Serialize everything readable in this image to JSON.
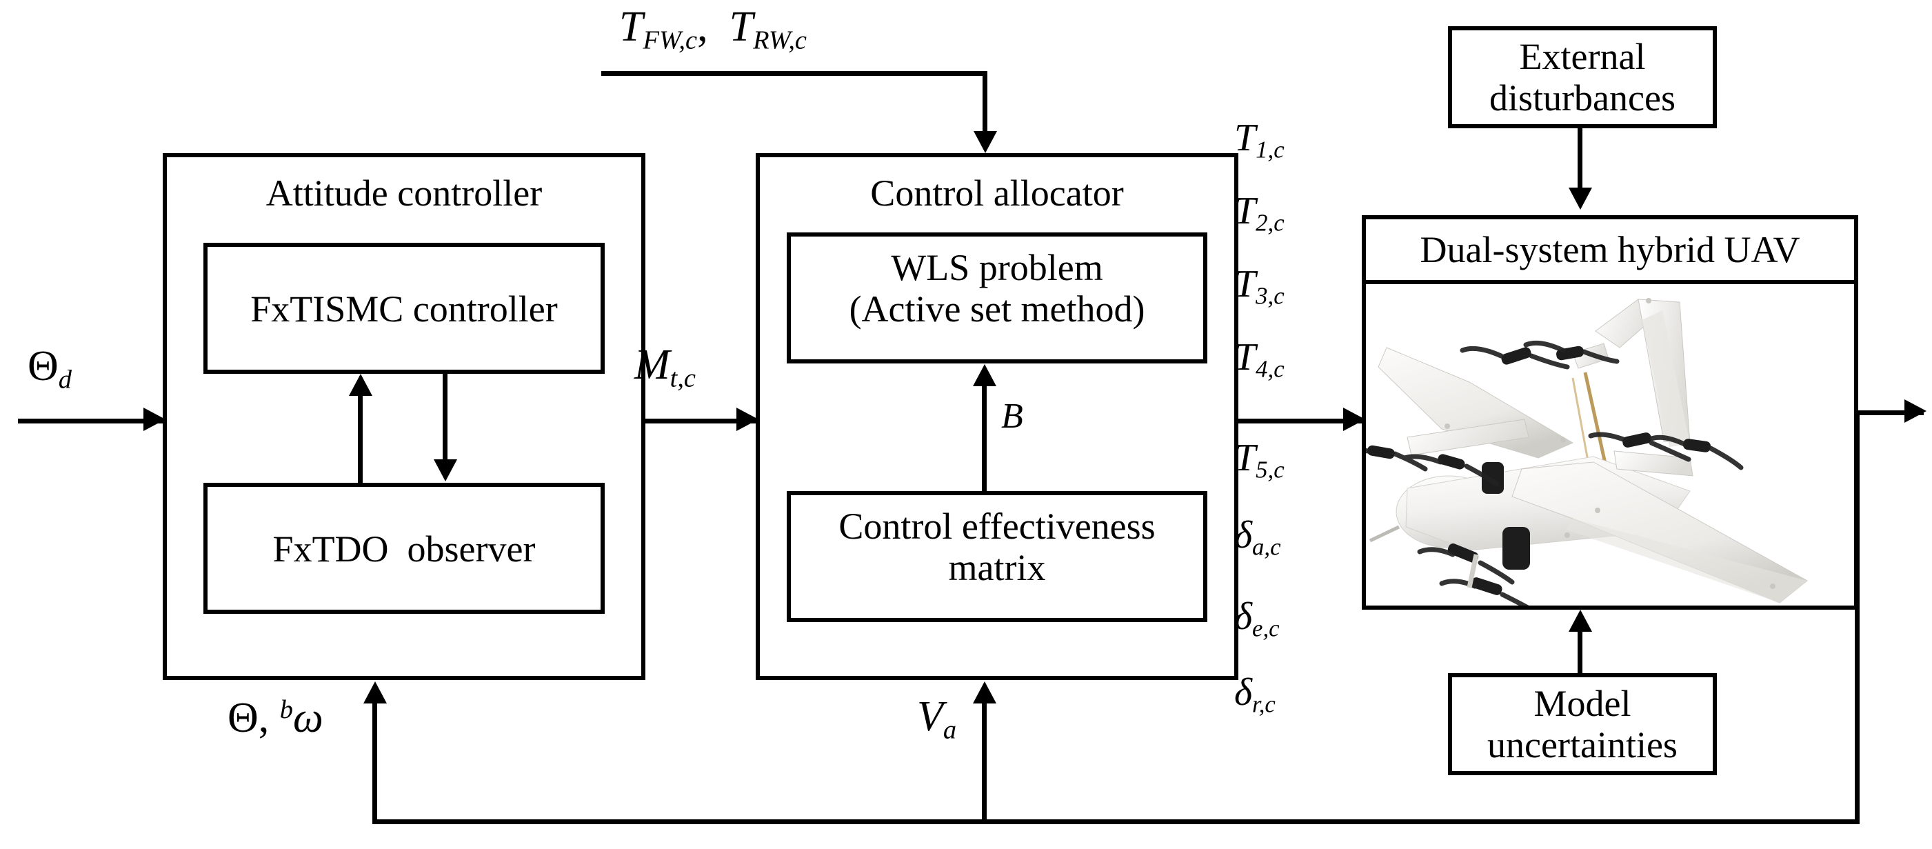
{
  "diagram": {
    "title": "Dual-system hybrid UAV attitude control block diagram",
    "colors": {
      "line": "#000000",
      "fill": "#ffffff",
      "text": "#000000"
    }
  },
  "blocks": {
    "attitude_controller": {
      "title": "Attitude controller",
      "inner": [
        {
          "label": "FxTISMC controller"
        },
        {
          "label": "FxTDO  observer"
        }
      ]
    },
    "control_allocator": {
      "title": "Control allocator",
      "inner": [
        {
          "label": "WLS problem\n(Active set method)"
        },
        {
          "label": "Control effectiveness\nmatrix"
        }
      ]
    },
    "external_disturbances": {
      "label": "External\ndisturbances"
    },
    "model_uncertainties": {
      "label": "Model\nuncertainties"
    },
    "plant": {
      "label": "Dual-system hybrid UAV",
      "image": "uav-photo"
    }
  },
  "signals": {
    "reference_input": {
      "base": "Θ",
      "sub": "d"
    },
    "top_feedforward": {
      "t1": "T",
      "t1sub": "FW,c",
      "sep": ",",
      "t2": "T",
      "t2sub": "RW,c"
    },
    "moment_command": {
      "base": "M",
      "sub": "t,c"
    },
    "effectiveness_matrix": {
      "base": "B"
    },
    "airspeed": {
      "base": "V",
      "sub": "a"
    },
    "attitude_feedback": {
      "base": "Θ",
      "sep": ",",
      "sup": "b",
      "omega": "ω"
    },
    "allocator_outputs": [
      {
        "base": "T",
        "sub": "1,c"
      },
      {
        "base": "T",
        "sub": "2,c"
      },
      {
        "base": "T",
        "sub": "3,c"
      },
      {
        "base": "T",
        "sub": "4,c"
      },
      {
        "base": "T",
        "sub": "5,c"
      },
      {
        "base": "δ",
        "sub": "a,c"
      },
      {
        "base": "δ",
        "sub": "e,c"
      },
      {
        "base": "δ",
        "sub": "r,c"
      }
    ]
  }
}
